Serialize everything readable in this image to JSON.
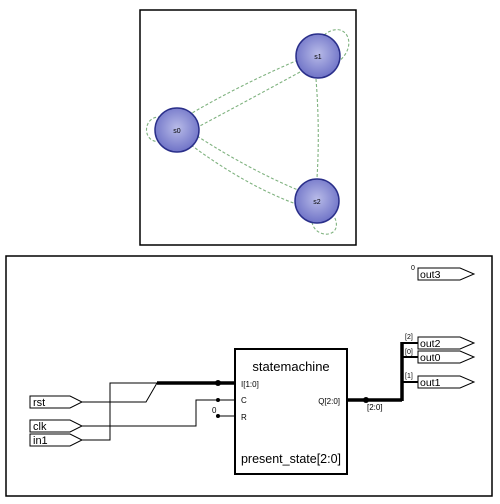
{
  "state_diagram": {
    "states": [
      {
        "id": "s0",
        "label": "s0"
      },
      {
        "id": "s1",
        "label": "s1"
      },
      {
        "id": "s2",
        "label": "s2"
      }
    ]
  },
  "schematic": {
    "block": {
      "name": "statemachine",
      "instance": "present_state[2:0]",
      "ports": {
        "in": "I[1:0]",
        "clk": "C",
        "reset": "R",
        "out": "Q[2:0]"
      }
    },
    "inputs": [
      {
        "id": "rst",
        "label": "rst"
      },
      {
        "id": "clk",
        "label": "clk"
      },
      {
        "id": "in1",
        "label": "in1"
      }
    ],
    "outputs": [
      {
        "id": "out3",
        "label": "out3",
        "bit": "0"
      },
      {
        "id": "out2",
        "label": "out2",
        "bit": "[2]"
      },
      {
        "id": "out0",
        "label": "out0",
        "bit": "[0]"
      },
      {
        "id": "out1",
        "label": "out1",
        "bit": "[1]"
      }
    ],
    "reset_const": "0",
    "bus_label": "[2:0]"
  }
}
